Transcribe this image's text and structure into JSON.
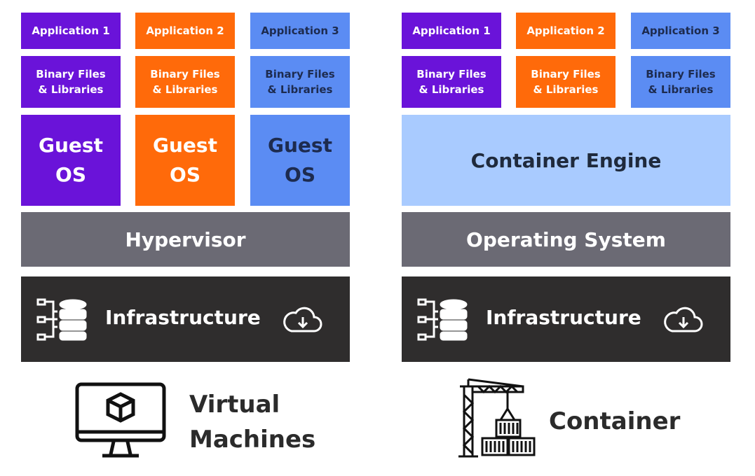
{
  "colors": {
    "purple": "#6a13d9",
    "orange": "#ff6a0a",
    "blue": "#5b8cf3",
    "light_blue": "#a9cbff",
    "gray": "#6b6a74",
    "dark": "#2f2d2d"
  },
  "vm": {
    "apps": [
      "Application 1",
      "Application 2",
      "Application 3"
    ],
    "bins": [
      "Binary Files\n& Libraries",
      "Binary Files\n& Libraries",
      "Binary Files\n& Libraries"
    ],
    "guests": [
      "Guest\nOS",
      "Guest\nOS",
      "Guest\nOS"
    ],
    "hypervisor": "Hypervisor",
    "infrastructure": "Infrastructure",
    "caption": "Virtual\nMachines",
    "icons": [
      "server-stack-icon",
      "cloud-download-icon",
      "monitor-cube-icon"
    ]
  },
  "container": {
    "apps": [
      "Application 1",
      "Application 2",
      "Application 3"
    ],
    "bins": [
      "Binary Files\n& Libraries",
      "Binary Files\n& Libraries",
      "Binary Files\n& Libraries"
    ],
    "engine": "Container Engine",
    "os": "Operating System",
    "infrastructure": "Infrastructure",
    "caption": "Container",
    "icons": [
      "server-stack-icon",
      "cloud-download-icon",
      "crane-container-icon"
    ]
  }
}
